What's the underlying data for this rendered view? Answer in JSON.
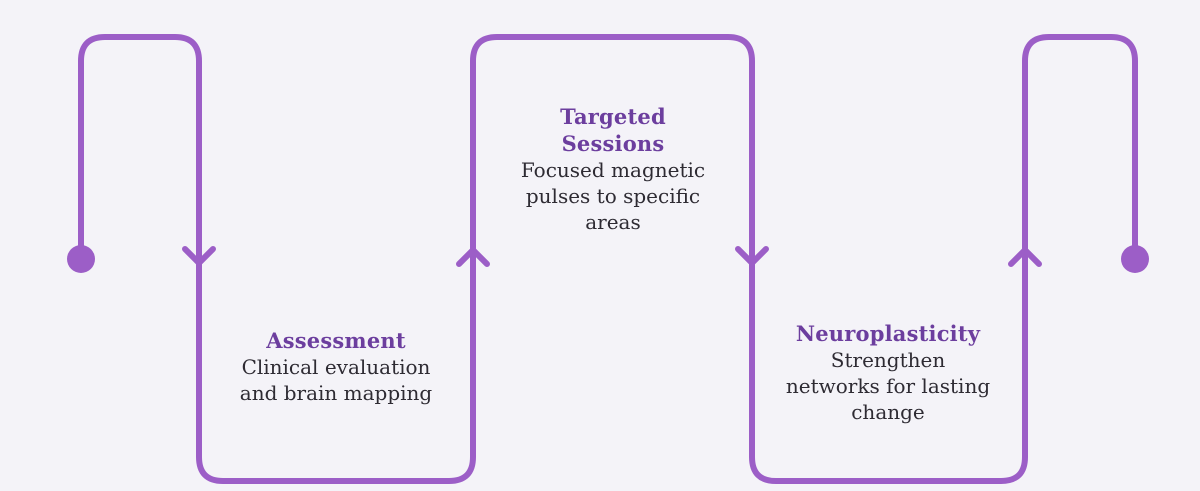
{
  "colors": {
    "background": "#f4f3f8",
    "line": "#9c5ec7",
    "stage_title": "#6c3e9e",
    "stage_text": "#2e2b33"
  },
  "stages": [
    {
      "title": "Assessment",
      "description": "Clinical evaluation and brain mapping"
    },
    {
      "title": "Targeted Sessions",
      "description": "Focused magnetic pulses to specific areas"
    },
    {
      "title": "Neuroplasticity",
      "description": "Strengthen networks for lasting change"
    }
  ],
  "icons": {
    "start": "start-dot-icon",
    "end": "end-dot-icon",
    "downward_flow": "arrow-down-icon",
    "upward_flow": "arrow-up-icon"
  }
}
